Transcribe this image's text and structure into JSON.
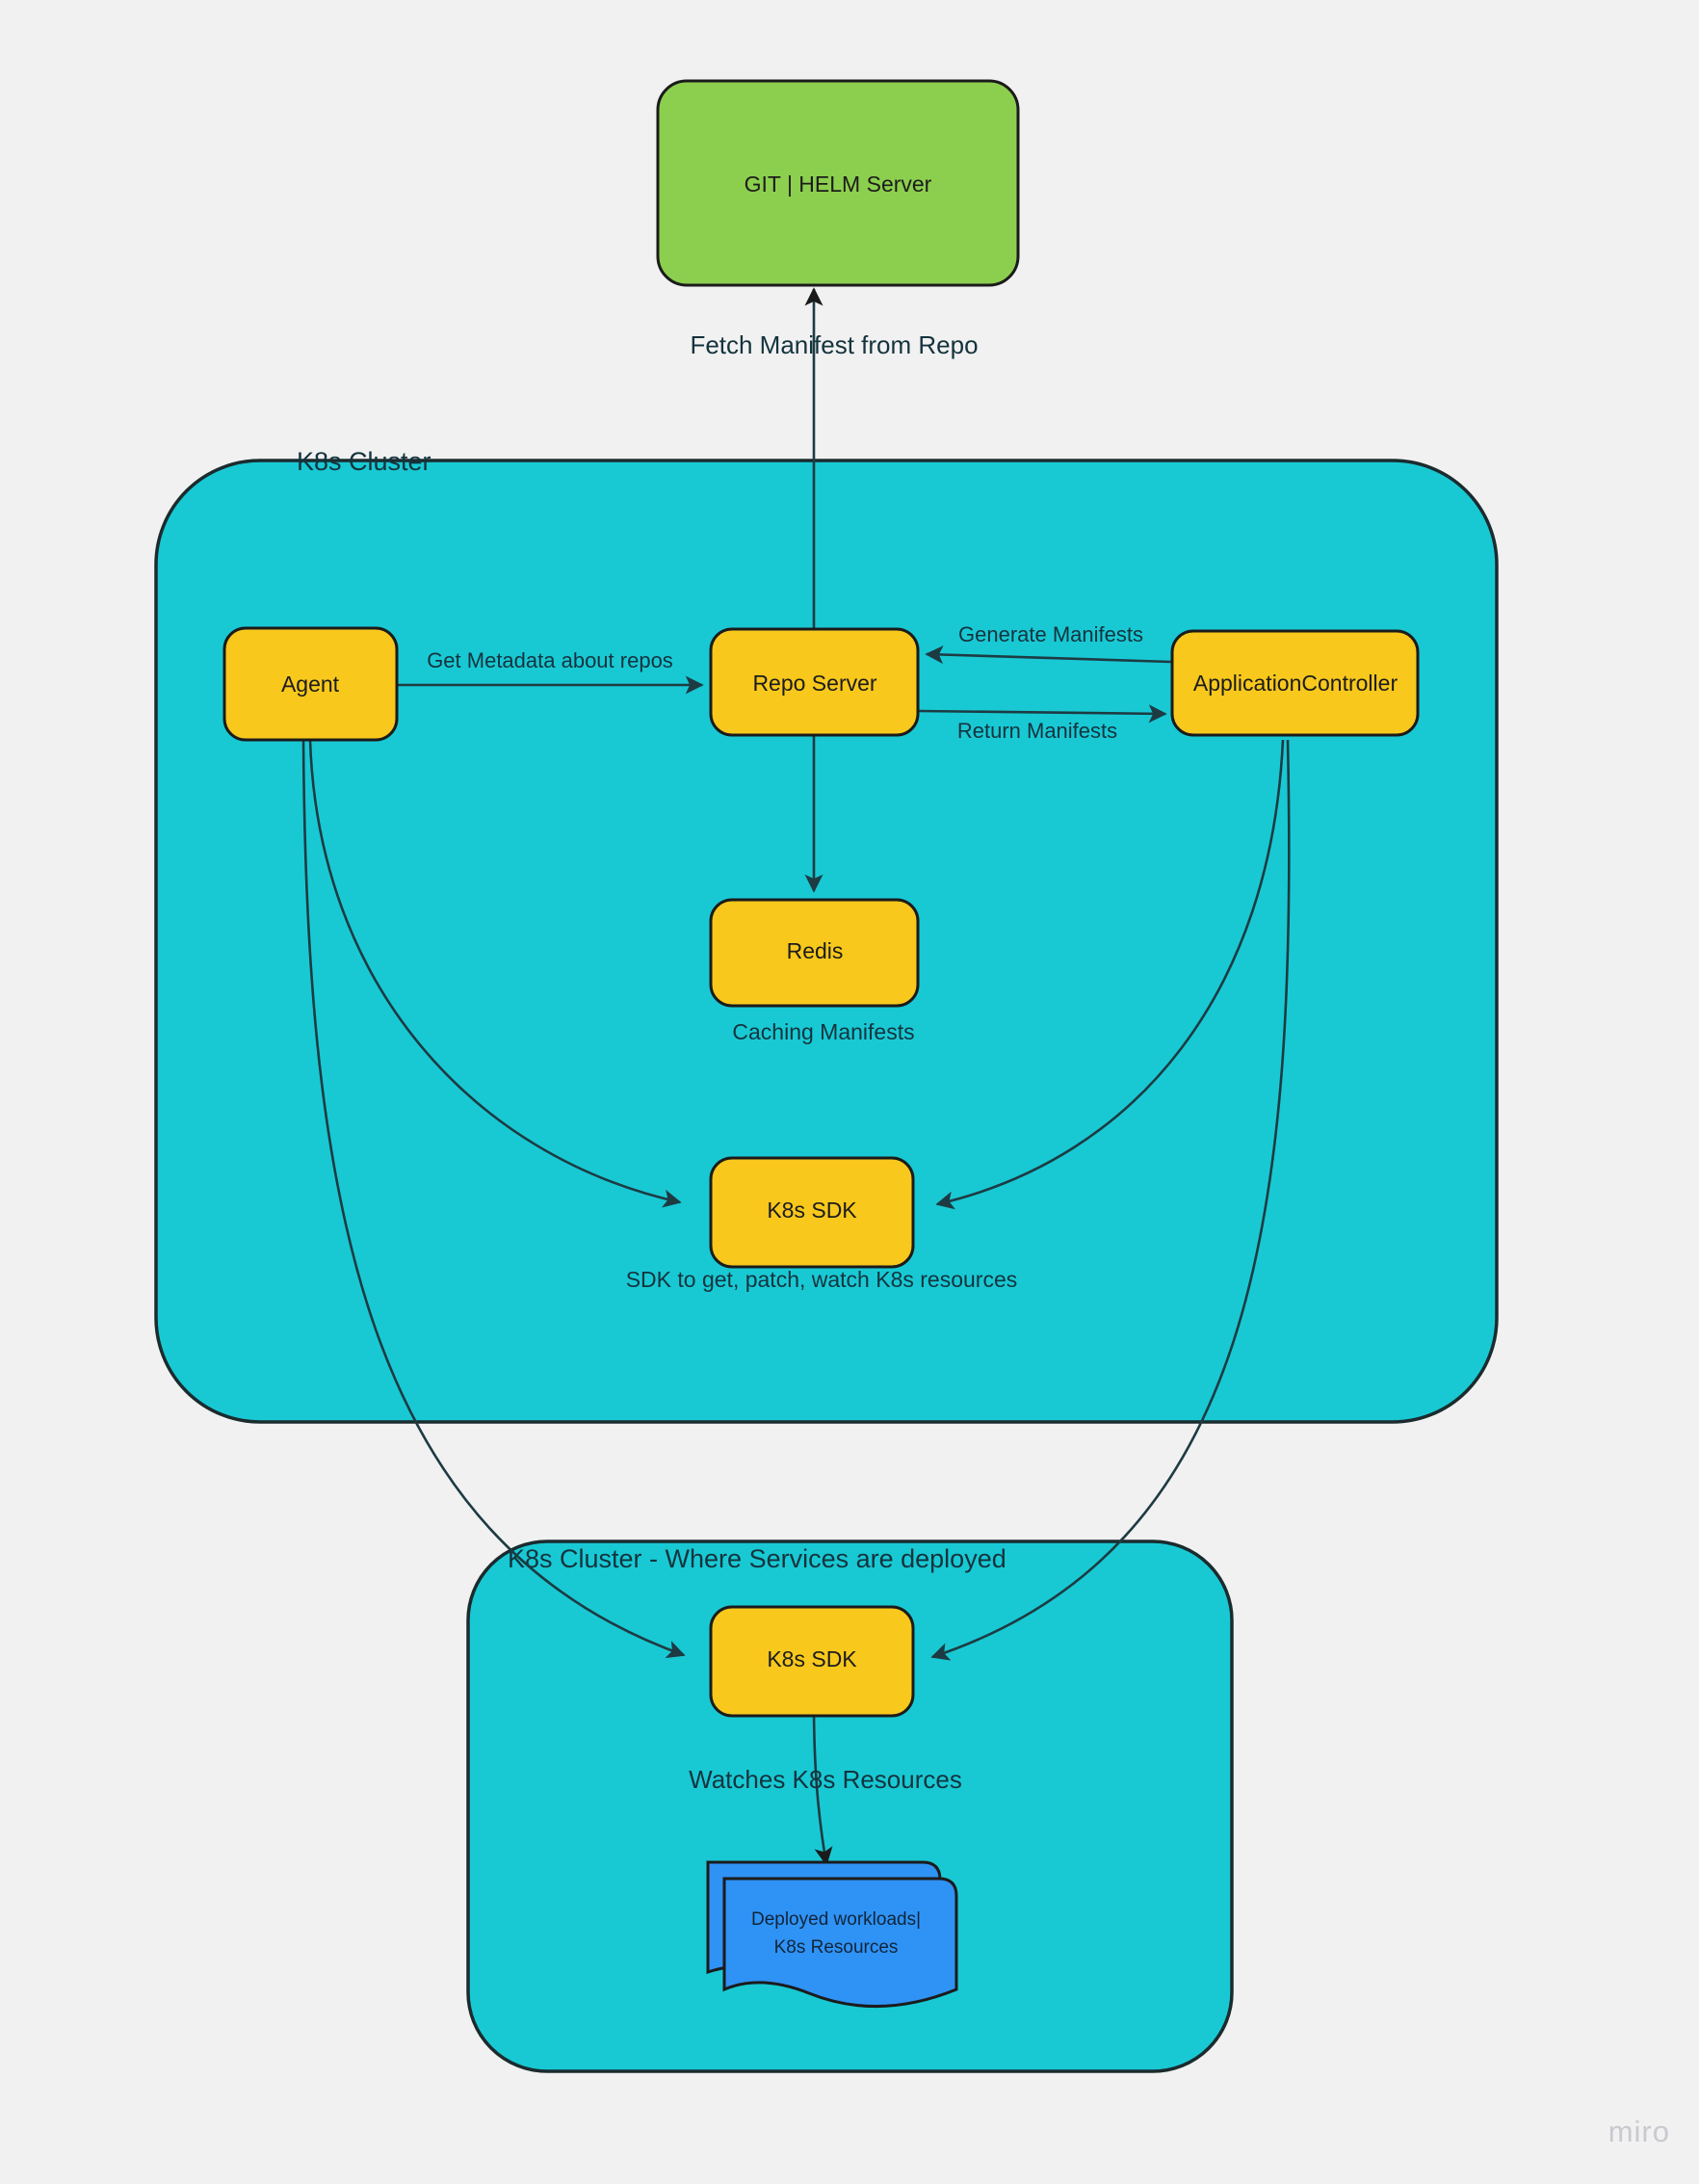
{
  "canvas": {
    "background_color": "#f1f1f1",
    "watermark": "miro"
  },
  "colors": {
    "cluster_fill": "#18C9D4",
    "cluster_stroke": "#1b2b2e",
    "git_server_fill": "#8CCF4E",
    "service_fill": "#F8C81C",
    "workload_fill": "#2F92F5",
    "text": "#14333d",
    "edge": "#1d3b42"
  },
  "nodes": {
    "git_helm_server": {
      "label": "GIT | HELM Server",
      "shape": "rounded-rect",
      "fill": "#8CCF4E"
    },
    "agent": {
      "label": "Agent",
      "shape": "rounded-rect",
      "fill": "#F8C81C"
    },
    "repo_server": {
      "label": "Repo Server",
      "shape": "rounded-rect",
      "fill": "#F8C81C"
    },
    "application_controller": {
      "label": "ApplicationController",
      "shape": "rounded-rect",
      "fill": "#F8C81C"
    },
    "redis": {
      "label": "Redis",
      "shape": "rounded-rect",
      "fill": "#F8C81C"
    },
    "k8s_sdk_upper": {
      "label": "K8s SDK",
      "shape": "rounded-rect",
      "fill": "#F8C81C"
    },
    "k8s_sdk_lower": {
      "label": "K8s SDK",
      "shape": "rounded-rect",
      "fill": "#F8C81C"
    },
    "deployed_workloads": {
      "label_line1": "Deployed workloads|",
      "label_line2": "K8s Resources",
      "shape": "stacked-note",
      "fill": "#2F92F5"
    }
  },
  "groups": {
    "upper_cluster": {
      "title": "K8s Cluster",
      "fill": "#18C9D4"
    },
    "lower_cluster": {
      "title": "K8s Cluster - Where Services are deployed",
      "fill": "#18C9D4"
    }
  },
  "captions": {
    "redis_caption": "Caching Manifests",
    "k8s_sdk_upper_caption": "SDK to get, patch, watch K8s resources"
  },
  "edges": [
    {
      "id": "fetch-manifest",
      "from": "repo_server",
      "to": "git_helm_server",
      "label": "Fetch Manifest from Repo"
    },
    {
      "id": "get-metadata",
      "from": "agent",
      "to": "repo_server",
      "label": "Get Metadata about repos"
    },
    {
      "id": "generate-manifests",
      "from": "application_controller",
      "to": "repo_server",
      "label": "Generate Manifests"
    },
    {
      "id": "return-manifests",
      "from": "repo_server",
      "to": "application_controller",
      "label": "Return Manifests"
    },
    {
      "id": "repo-to-redis",
      "from": "repo_server",
      "to": "redis",
      "label": ""
    },
    {
      "id": "agent-to-sdk-upper",
      "from": "agent",
      "to": "k8s_sdk_upper",
      "label": ""
    },
    {
      "id": "appctrl-to-sdk-upper",
      "from": "application_controller",
      "to": "k8s_sdk_upper",
      "label": ""
    },
    {
      "id": "agent-to-sdk-lower",
      "from": "agent",
      "to": "k8s_sdk_lower",
      "label": ""
    },
    {
      "id": "appctrl-to-sdk-lower",
      "from": "application_controller",
      "to": "k8s_sdk_lower",
      "label": ""
    },
    {
      "id": "watches-resources",
      "from": "k8s_sdk_lower",
      "to": "deployed_workloads",
      "label": "Watches K8s Resources"
    }
  ]
}
